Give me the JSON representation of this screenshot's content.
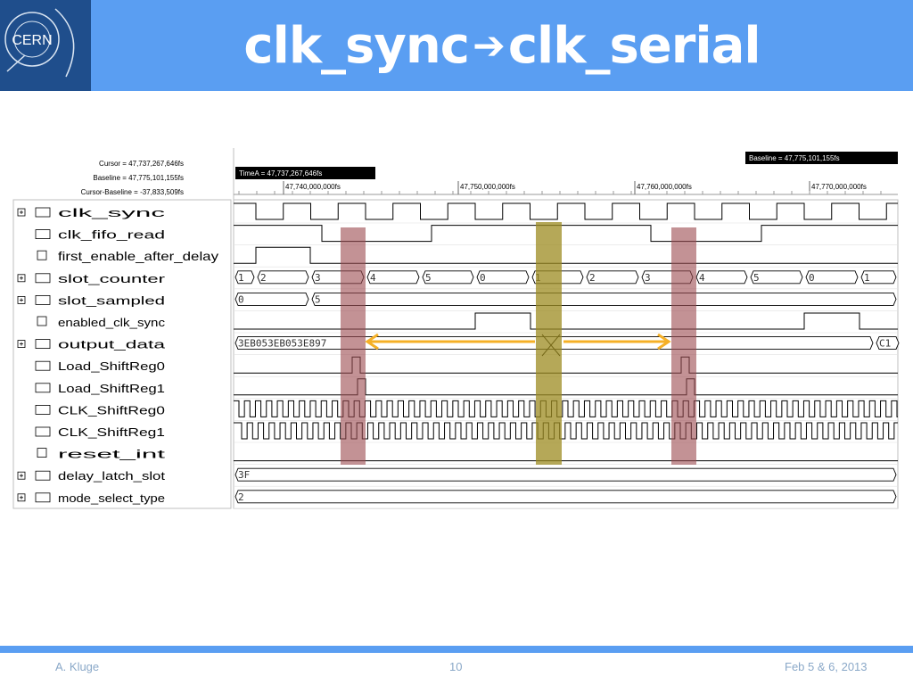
{
  "header": {
    "logo_text": "CERN",
    "title_left": "clk_sync",
    "title_arrow": "➔",
    "title_right": "clk_serial"
  },
  "waveform": {
    "cursor_lines": [
      "Cursor = 47,737,267,646fs",
      "Baseline = 47,775,101,155fs",
      "Cursor-Baseline = -37,833,509fs"
    ],
    "time_marker": "TimeA = 47,737,267,646fs",
    "baseline_marker": "Baseline = 47,775,101,155fs",
    "ruler_ticks": [
      "47,740,000,000fs",
      "47,750,000,000fs",
      "47,760,000,000fs",
      "47,770,000,000fs"
    ],
    "signals": [
      {
        "name": "clk_sync",
        "kind": "bus-clock"
      },
      {
        "name": "clk_fifo_read",
        "kind": "output"
      },
      {
        "name": "first_enable_after_delay",
        "kind": "checkbox"
      },
      {
        "name": "slot_counter",
        "kind": "bus"
      },
      {
        "name": "slot_sampled",
        "kind": "bus"
      },
      {
        "name": "enabled_clk_sync",
        "kind": "checkbox"
      },
      {
        "name": "output_data",
        "kind": "bus-out"
      },
      {
        "name": "Load_ShiftReg0",
        "kind": "out"
      },
      {
        "name": "Load_ShiftReg1",
        "kind": "out"
      },
      {
        "name": "CLK_ShiftReg0",
        "kind": "out"
      },
      {
        "name": "CLK_ShiftReg1",
        "kind": "out"
      },
      {
        "name": "reset_int",
        "kind": "checkbox"
      },
      {
        "name": "delay_latch_slot",
        "kind": "bus"
      },
      {
        "name": "mode_select_type",
        "kind": "bus-out"
      }
    ],
    "readable_label": "first_enable_after_delay",
    "slot_counter_values": [
      "1",
      "2",
      "3",
      "4",
      "5",
      "0",
      "1",
      "2",
      "3",
      "4",
      "5",
      "0",
      "1"
    ],
    "slot_sampled_values": [
      "0",
      "5"
    ],
    "output_data_values": [
      "3EB053EB053E897",
      "C1"
    ],
    "delay_latch_value": "3F",
    "mode_select_value": "2"
  },
  "footer": {
    "author": "A. Kluge",
    "page": "10",
    "date": "Feb 5 & 6, 2013"
  },
  "colors": {
    "header_bg": "#5a9ef2",
    "logo_bg": "#1f4e8c",
    "highlight_red": "#9b4a4f",
    "highlight_olive": "#9c8b20",
    "arrow_orange": "#f5b027"
  }
}
